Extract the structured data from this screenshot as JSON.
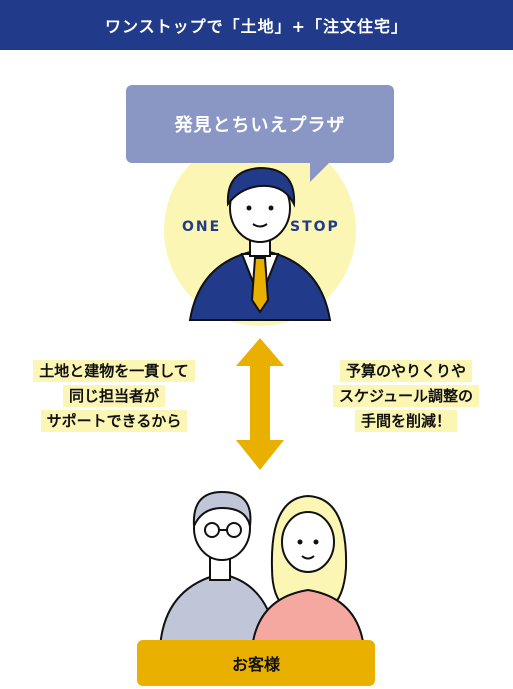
{
  "header": {
    "title": "ワンストップで「土地」+「注文住宅」"
  },
  "bubble": {
    "text": "発見とちいえプラザ"
  },
  "badges": {
    "left": "ONE",
    "right": "STOP"
  },
  "left_labels": [
    "土地と建物を一貫して",
    "同じ担当者が",
    "サポートできるから"
  ],
  "right_labels": [
    "予算のやりくりや",
    "スケジュール調整の",
    "手間を削減！"
  ],
  "customer": {
    "label": "お客様"
  },
  "colors": {
    "navy": "#223a8a",
    "bubble": "#8a97c4",
    "circle": "#fbf6b4",
    "arrow": "#eab000",
    "highlight": "#fbf6b4"
  },
  "icons": [
    "staff-illustration",
    "double-arrow-icon",
    "customer-couple-illustration"
  ]
}
